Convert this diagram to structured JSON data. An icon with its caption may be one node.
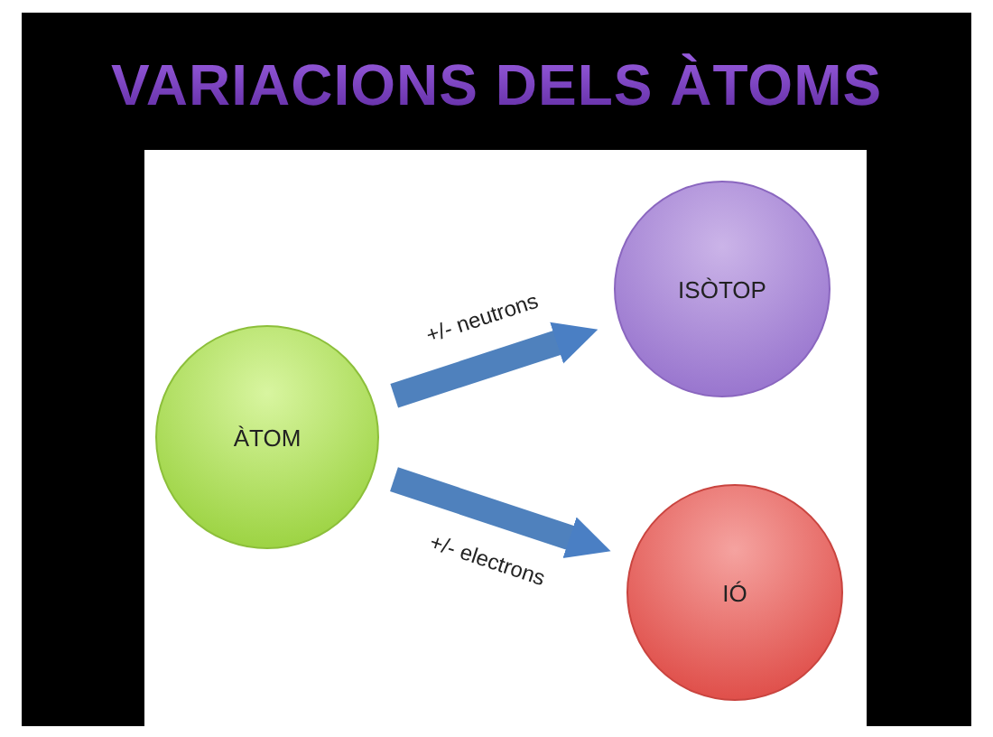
{
  "diagram": {
    "title": "VARIACIONS DELS ÀTOMS",
    "nodes": [
      {
        "text": [
          "ÀTOM"
        ]
      },
      {
        "text": [
          "ISÒTOP"
        ]
      },
      {
        "text": [
          "IÓ"
        ]
      }
    ],
    "edges": [
      {
        "from": 0,
        "to": 1,
        "arrow": "to",
        "label": "+/- neutrons"
      },
      {
        "from": 0,
        "to": 2,
        "arrow": "to",
        "label": "+/- electrons"
      }
    ]
  }
}
